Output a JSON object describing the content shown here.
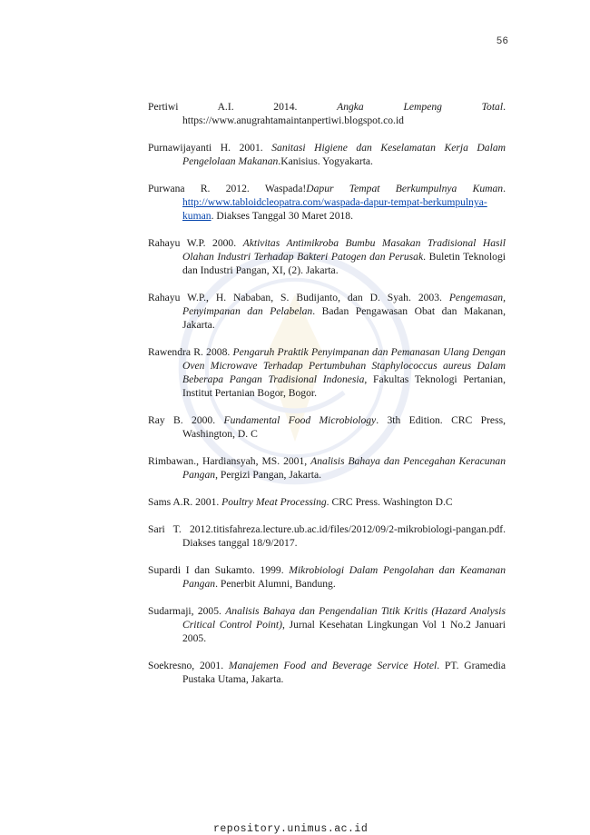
{
  "page": {
    "number": "56"
  },
  "footer": {
    "text": "repository.unimus.ac.id"
  },
  "references": [
    {
      "pre": "Pertiwi A.I. 2014. ",
      "title": "Angka Lempeng Total",
      "link": "",
      "post": ". https://www.anugrahtamaintanpertiwi.blogspot.co.id"
    },
    {
      "pre": "Purnawijayanti H. 2001. ",
      "title": "Sanitasi Higiene dan Keselamatan Kerja Dalam Pengelolaan Makanan",
      "link": "",
      "post": ".Kanisius. Yogyakarta."
    },
    {
      "pre": "Purwana R. 2012. Waspada!",
      "title": "Dapur Tempat Berkumpulnya Kuman",
      "link": "http://www.tabloidcleopatra.com/waspada-dapur-tempat-berkumpulnya-kuman",
      "post": ". Diakses Tanggal 30 Maret 2018."
    },
    {
      "pre": "Rahayu W.P. 2000. ",
      "title": "Aktivitas Antimikroba Bumbu Masakan Tradisional Hasil Olahan Industri Terhadap Bakteri Patogen dan Perusak",
      "link": "",
      "post": ". Buletin Teknologi dan Industri Pangan, XI, (2). Jakarta."
    },
    {
      "pre": "Rahayu W.P., H. Nababan, S. Budijanto, dan D. Syah. 2003. ",
      "title": "Pengemasan, Penyimpanan dan Pelabelan",
      "link": "",
      "post": ". Badan Pengawasan Obat dan Makanan, Jakarta."
    },
    {
      "pre": "Rawendra R. 2008. ",
      "title": "Pengaruh Praktik Penyimpanan dan Pemanasan Ulang Dengan Oven Microwave Terhadap Pertumbuhan Staphylococcus aureus Dalam Beberapa Pangan Tradisional Indonesia",
      "link": "",
      "post": ", Fakultas Teknologi Pertanian, Institut Pertanian Bogor, Bogor."
    },
    {
      "pre": "Ray B. 2000. ",
      "title": "Fundamental Food Microbiology",
      "link": "",
      "post": ". 3th Edition. CRC Press, Washington, D. C"
    },
    {
      "pre": "Rimbawan., Hardiansyah, MS. 2001, ",
      "title": "Analisis Bahaya dan Pencegahan Keracunan Pangan",
      "link": "",
      "post": ", Pergizi Pangan, Jakarta."
    },
    {
      "pre": "Sams A.R. 2001. ",
      "title": "Poultry Meat Processing",
      "link": "",
      "post": ". CRC Press. Washington D.C"
    },
    {
      "pre": "Sari T. 2012.titisfahreza.lecture.ub.ac.id/files/2012/09/2-mikrobiologi-pangan.pdf. Diakses tanggal 18/9/2017.",
      "title": "",
      "link": "",
      "post": ""
    },
    {
      "pre": "Supardi I dan Sukamto. 1999. ",
      "title": "Mikrobiologi Dalam Pengolahan dan Keamanan Pangan",
      "link": "",
      "post": ". Penerbit Alumni, Bandung."
    },
    {
      "pre": "Sudarmaji, 2005. ",
      "title": "Analisis Bahaya dan Pengendalian Titik Kritis (Hazard Analysis Critical Control Point)",
      "link": "",
      "post": ", Jurnal Kesehatan Lingkungan Vol 1 No.2 Januari 2005."
    },
    {
      "pre": "Soekresno, 2001. ",
      "title": "Manajemen Food and Beverage Service Hotel",
      "link": "",
      "post": ". PT. Gramedia Pustaka Utama, Jakarta."
    }
  ]
}
